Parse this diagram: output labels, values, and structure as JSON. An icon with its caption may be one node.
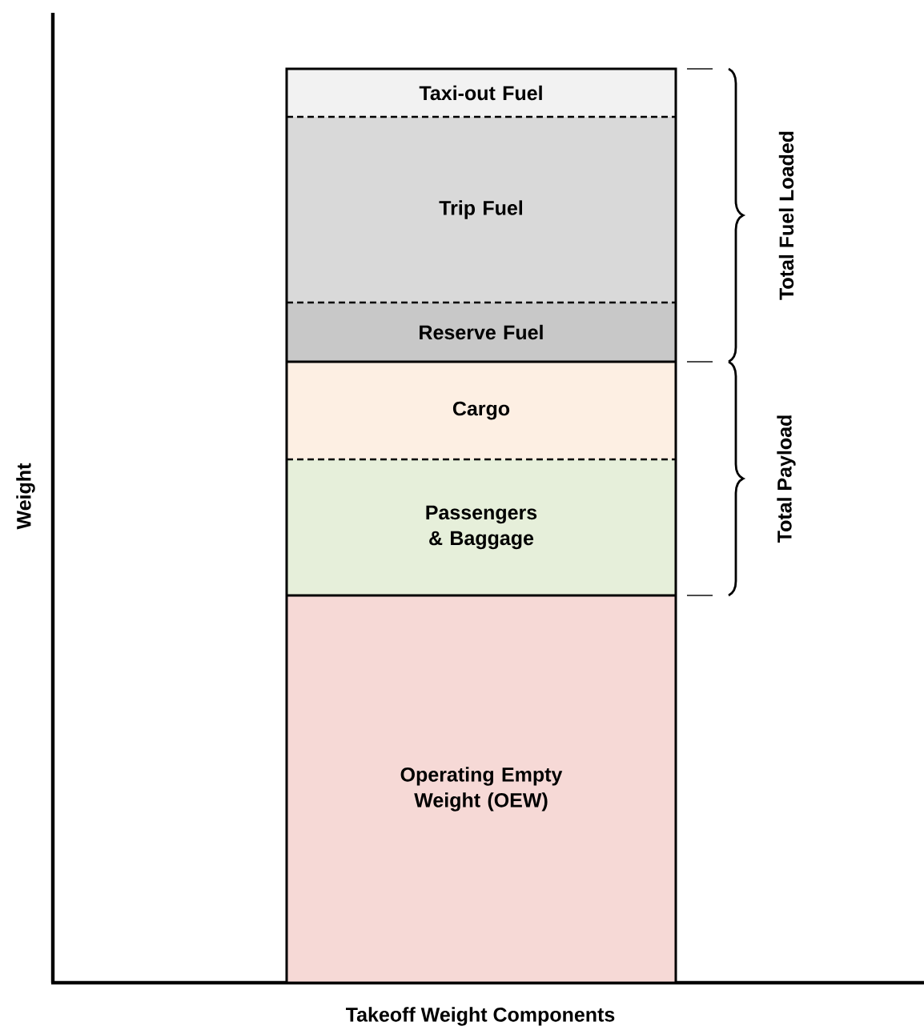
{
  "diagram": {
    "nodes": [
      {
        "text": [
          "Taxi-out Fuel"
        ]
      },
      {
        "text": [
          "Trip Fuel"
        ]
      },
      {
        "text": [
          "Reserve Fuel"
        ]
      },
      {
        "text": [
          "Cargo"
        ]
      },
      {
        "text": [
          "Passengers & Baggage"
        ]
      },
      {
        "text": [
          "Operating Empty Weight (OEW)"
        ]
      }
    ],
    "edges": [],
    "labels": [
      "Total Fuel Loaded",
      "Total Payload",
      "Weight",
      "Takeoff Weight Components"
    ]
  }
}
